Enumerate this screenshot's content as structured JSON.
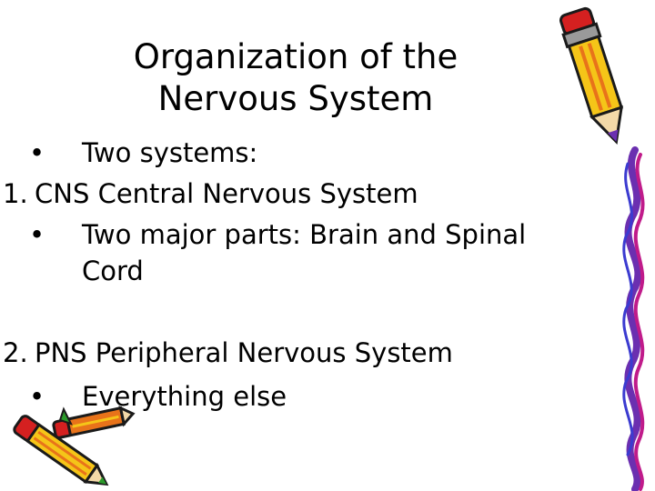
{
  "slide": {
    "title_line1": "Organization of the",
    "title_line2": "Nervous System",
    "bullets": [
      {
        "marker": "•",
        "text": "Two systems:"
      },
      {
        "marker": "1.",
        "text": "CNS Central Nervous System"
      },
      {
        "marker": "•",
        "text": "Two major parts:  Brain and Spinal"
      },
      {
        "marker": "",
        "text": "Cord"
      },
      {
        "marker": "2.",
        "text": "PNS Peripheral Nervous System"
      },
      {
        "marker": "•",
        "text": "Everything else"
      }
    ]
  },
  "clipart": {
    "pencil_top_right": "pencil-icon",
    "right_border": "scribble-border-icon",
    "pencils_bottom_left": "pencil-pair-icon"
  },
  "colors": {
    "pencil_yellow": "#f5c518",
    "pencil_orange": "#e8731a",
    "pencil_outline": "#1a1a1a",
    "border_purple": "#6b2fb0",
    "border_magenta": "#c01b8a",
    "eraser_red": "#d42020",
    "tip_green": "#2a9a2a"
  }
}
